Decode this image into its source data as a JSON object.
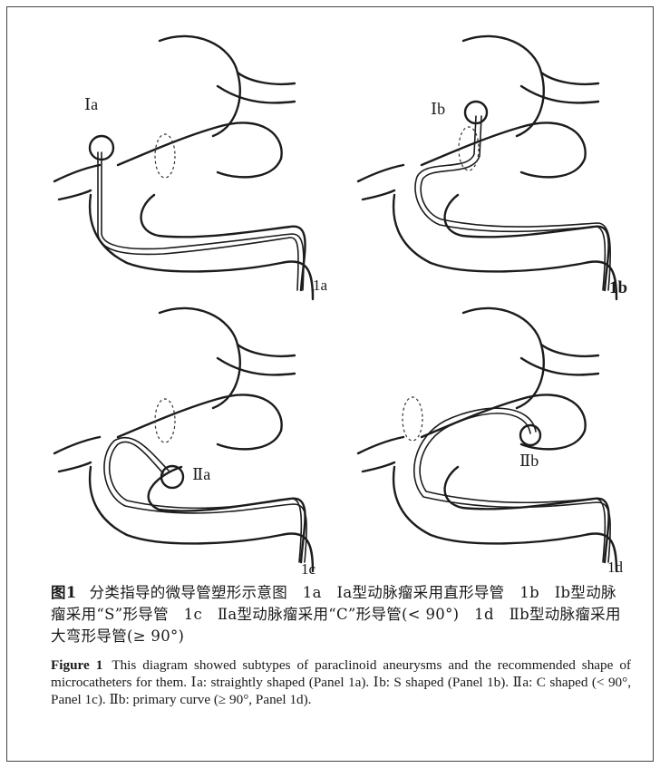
{
  "panels": [
    {
      "id": "1a",
      "type_label": "Ⅰa",
      "panel_label": "1a"
    },
    {
      "id": "1b",
      "type_label": "Ⅰb",
      "panel_label": "1b"
    },
    {
      "id": "1c",
      "type_label": "Ⅱa",
      "panel_label": "1c"
    },
    {
      "id": "1d",
      "type_label": "Ⅱb",
      "panel_label": "1d"
    }
  ],
  "caption_zh": {
    "figure_label": "图1",
    "text": "分类指导的微导管塑形示意图　1a　Ⅰa型动脉瘤采用直形导管　1b　Ⅰb型动脉瘤采用“S”形导管　1c　Ⅱa型动脉瘤采用“C”形导管(< 90°)　1d　Ⅱb型动脉瘤采用大弯形导管(≥ 90°)"
  },
  "caption_en": {
    "figure_label": "Figure 1",
    "text": "This diagram showed subtypes of paraclinoid aneurysms and the recommended shape of microcatheters for them. Ⅰa: straightly shaped (Panel 1a). Ⅰb: S shaped (Panel 1b). Ⅱa: C shaped (< 90°, Panel 1c). Ⅱb: primary curve (≥ 90°, Panel 1d)."
  }
}
